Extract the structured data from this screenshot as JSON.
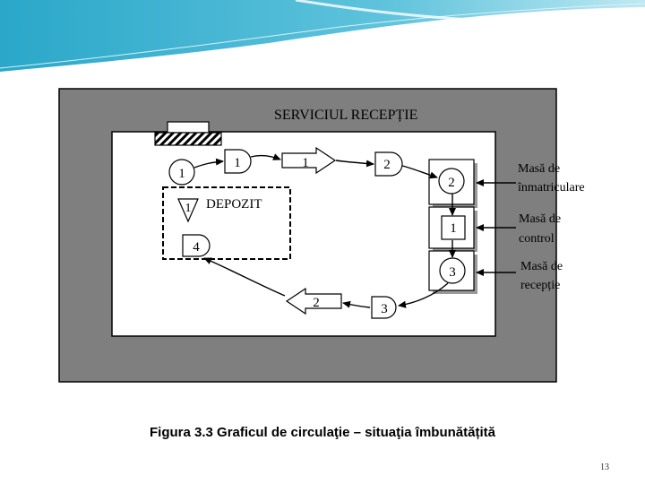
{
  "diagram": {
    "title": "SERVICIUL RECEPȚIE",
    "depot_label": "DEPOZIT",
    "nodes": {
      "storage_1": "1",
      "op_1": "1",
      "transport_1": "1",
      "op_2": "2",
      "desk_op_2": "2",
      "desk_control_1": "1",
      "desk_op_3": "3",
      "op_3": "3",
      "transport_2": "2",
      "op_4": "4",
      "depot_storage_1": "1"
    },
    "desks": {
      "registration_line1": "Masă de",
      "registration_line2": "înmatriculare",
      "control_line1": "Masă de",
      "control_line2": "control",
      "reception_line1": "Masă de",
      "reception_line2": "recepție"
    }
  },
  "caption": "Figura 3.3 Graficul de circulaţie – situaţia îmbunătățită",
  "page_number": "13"
}
